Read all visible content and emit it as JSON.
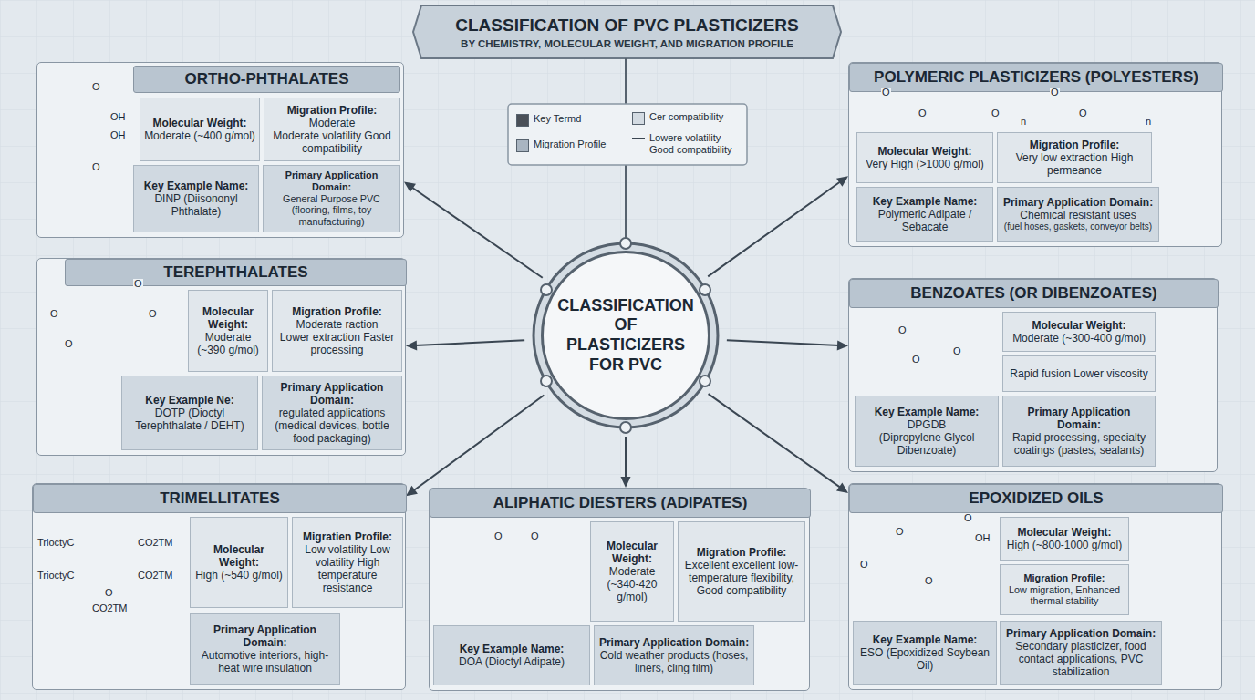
{
  "diagram": {
    "title": "CLASSIFICATION OF PVC PLASTICIZERS",
    "nodes": [
      {
        "text": [
          "ORTHO-PHTHALATES"
        ]
      },
      {
        "text": [
          "Molecular Weight:",
          "Moderate (~400 g/mol)"
        ],
        "in": 0
      },
      {
        "text": [
          "Migration Profile:",
          "Moderate",
          "Moderate volatility Good compatibility"
        ],
        "in": 0
      },
      {
        "text": [
          "Key Example Name:",
          "DINP (Diisononyl Phthalate)"
        ],
        "in": 0
      },
      {
        "text": [
          "Primary Application Domain:",
          "General Purpose PVC (flooring, films, toy manufacturing)"
        ],
        "in": 0
      },
      {
        "text": [
          "POLYMERIC PLASTICIZERS (POLYESTERS)"
        ]
      },
      {
        "text": [
          "Molecular Weight:",
          "Very High (>1000 g/mol)"
        ],
        "in": 5
      },
      {
        "text": [
          "Migration Profile:",
          "Very low extraction High permeance"
        ],
        "in": 5
      },
      {
        "text": [
          "Key Example Name:",
          "Polymeric Adipate / Sebacate"
        ],
        "in": 5
      },
      {
        "text": [
          "Primary Application Domain:",
          "Chemical resistant uses",
          "(fuel hoses, gaskets, conveyor belts)"
        ],
        "in": 5
      },
      {
        "text": [
          "TEREPHTHALATES"
        ]
      },
      {
        "text": [
          "Molecular Weight:",
          "Moderate (~390 g/mol)"
        ],
        "in": 10
      },
      {
        "text": [
          "Migration Profile:",
          "Moderate raction",
          "Lower extraction Faster processing"
        ],
        "in": 10
      },
      {
        "text": [
          "Key Example Ne:",
          "DOTP (Dioctyl Terephthalate / DEHT)"
        ],
        "in": 10
      },
      {
        "text": [
          "Primary Application Domain:",
          "regulated applications (medical devices, bottle food packaging)"
        ],
        "in": 10
      },
      {
        "text": [
          "CLASSIFICATION OF PLASTICIZERS FOR PVC"
        ]
      },
      {
        "text": [
          "BENZOATES (OR DIBENZOATES)"
        ]
      },
      {
        "text": [
          "Molecular Weight:",
          "Moderate (~300-400 g/mol)"
        ],
        "in": 16
      },
      {
        "text": [
          "Rapid fusion Lower viscosity"
        ],
        "in": 16
      },
      {
        "text": [
          "Key Example Name:",
          "DPGDB",
          "(Dipropylene Glycol Dibenzoate)"
        ],
        "in": 16
      },
      {
        "text": [
          "Primary Application Domain:",
          "Rapid processing, specialty coatings (pastes, sealants)"
        ],
        "in": 16
      },
      {
        "text": [
          "TRIMELLITATES"
        ]
      },
      {
        "text": [
          "Molecular Weight:",
          "High (~540 g/mol)"
        ],
        "in": 21
      },
      {
        "text": [
          "Migratien Profile:",
          "Low volatility Low volatility High temperature resistance"
        ],
        "in": 21
      },
      {
        "text": [
          "Primary Application Domain:",
          "Automotive interiors, high-heat wire insulation"
        ],
        "in": 21
      },
      {
        "text": [
          "ALIPHATIC DIESTERS (ADIPATES)"
        ]
      },
      {
        "text": [
          "Molecular Weight:",
          "Moderate (~340-420 g/mol)"
        ],
        "in": 25
      },
      {
        "text": [
          "Migration Profile:",
          "Excellent excellent low-temperature flexibility, Good compatibility"
        ],
        "in": 25
      },
      {
        "text": [
          "Key Example Name:",
          "DOA (Dioctyl Adipate)"
        ],
        "in": 25
      },
      {
        "text": [
          "Primary Application Domain:",
          "Cold weather products (hoses, liners, cling film)"
        ],
        "in": 25
      },
      {
        "text": [
          "EPOXIDIZED OILS"
        ]
      },
      {
        "text": [
          "Molecular Weight:",
          "High (~800-1000 g/mol)"
        ],
        "in": 30
      },
      {
        "text": [
          "Migration Profile:",
          "Low migration, Enhanced thermal stability"
        ],
        "in": 30
      },
      {
        "text": [
          "Key Example Name:",
          "ESO (Epoxidized Soybean Oil)"
        ],
        "in": 30
      },
      {
        "text": [
          "Primary Application Domain:",
          "Secondary plasticizer, food contact applications, PVC stabilization"
        ],
        "in": 30
      }
    ],
    "edges": [
      {
        "from": 15,
        "to": 0,
        "arrow": "to"
      },
      {
        "from": 15,
        "to": 5,
        "arrow": "to"
      },
      {
        "from": 15,
        "to": 10,
        "arrow": "to"
      },
      {
        "from": 15,
        "to": 16,
        "arrow": "to"
      },
      {
        "from": 15,
        "to": 21,
        "arrow": "to"
      },
      {
        "from": 15,
        "to": 25,
        "arrow": "to"
      },
      {
        "from": 15,
        "to": 30,
        "arrow": "to"
      }
    ],
    "labels": [
      "BY CHEMISTRY, MOLECULAR WEIGHT, AND MIGRATION PROFILE",
      "O",
      "OH",
      "O",
      "OH",
      "O",
      "O",
      "O",
      "O",
      "TrioctyC",
      "TrioctyC",
      "CO2TM",
      "CO2TM",
      "O",
      "CO2TM",
      "O",
      "O",
      "O",
      "O",
      "O",
      "n",
      "O",
      "O",
      "n",
      "O",
      "O",
      "O",
      "O",
      "O",
      "OH",
      "O",
      "O"
    ],
    "legend": [
      {
        "text": "Key Termd",
        "color": "#4a5058"
      },
      {
        "text": "Migration Profile",
        "color": "#a9b5c1"
      },
      {
        "text": "Cer compatibility",
        "color": "#d3dbe2"
      },
      {
        "text": "Lowere volatility Good compatibility"
      }
    ]
  }
}
